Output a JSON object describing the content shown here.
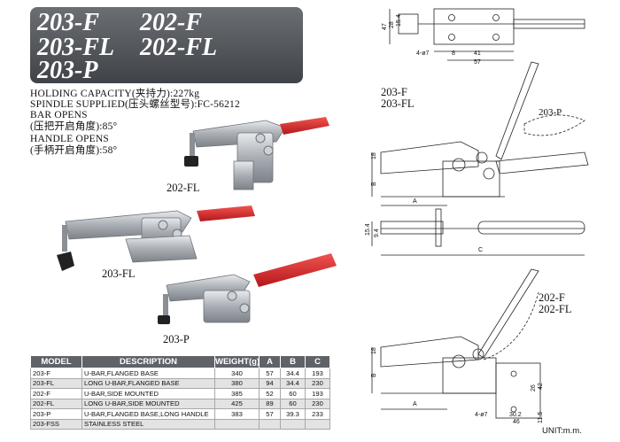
{
  "models": [
    "203-F",
    "202-F",
    "203-FL",
    "202-FL",
    "203-P"
  ],
  "specs": {
    "holding_capacity": "HOLDING CAPACITY(夹持力):227kg",
    "spindle": "SPINDLE SUPPLIED(压头螺丝型号):FC-56212",
    "bar_opens_title": "BAR OPENS",
    "bar_opens_value": "(压把开启角度):85°",
    "handle_opens_title": "HANDLE OPENS",
    "handle_opens_value": "(手柄开启角度):58°"
  },
  "photo_labels": [
    "202-FL",
    "203-FL",
    "203-P"
  ],
  "drawing_labels": {
    "top_group": [
      "203-F",
      "203-FL"
    ],
    "p_callout": "203-P",
    "bottom_group": [
      "202-F",
      "202-FL"
    ]
  },
  "dimensions": {
    "d47": "47",
    "d28": "28",
    "d15": "15.4",
    "d81": "8",
    "d41": "41",
    "d57": "57",
    "d4r": "4-ø7",
    "d18": "18",
    "dB": "B",
    "dA": "A",
    "d154": "15.4",
    "d94": "9.4",
    "dC": "C",
    "b18": "18",
    "bB": "B",
    "bA": "A",
    "b42": "42",
    "b26": "26",
    "b302": "30.2",
    "b46": "46",
    "b115": "11.5",
    "b4r": "4-ø7"
  },
  "table": {
    "headers": [
      "MODEL",
      "DESCRIPTION",
      "WEIGHT(g)",
      "A",
      "B",
      "C"
    ],
    "rows": [
      [
        "203-F",
        "U-BAR,FLANGED BASE",
        "340",
        "57",
        "34.4",
        "193"
      ],
      [
        "203-FL",
        "LONG U-BAR,FLANGED BASE",
        "380",
        "94",
        "34.4",
        "230"
      ],
      [
        "202-F",
        "U-BAR,SIDE MOUNTED",
        "385",
        "52",
        "60",
        "193"
      ],
      [
        "202-FL",
        "LONG U-BAR,SIDE MOUNTED",
        "425",
        "89",
        "60",
        "230"
      ],
      [
        "203-P",
        "U-BAR,FLANGED BASE,LONG HANDLE",
        "383",
        "57",
        "39.3",
        "233"
      ],
      [
        "203-FSS",
        "STAINLESS STEEL",
        "",
        "",
        "",
        ""
      ]
    ]
  },
  "unit_label": "UNIT:m.m.",
  "colors": {
    "header_bg": "#5f6368",
    "handle_red": "#d8262a",
    "steel": "#b8bcc2"
  }
}
